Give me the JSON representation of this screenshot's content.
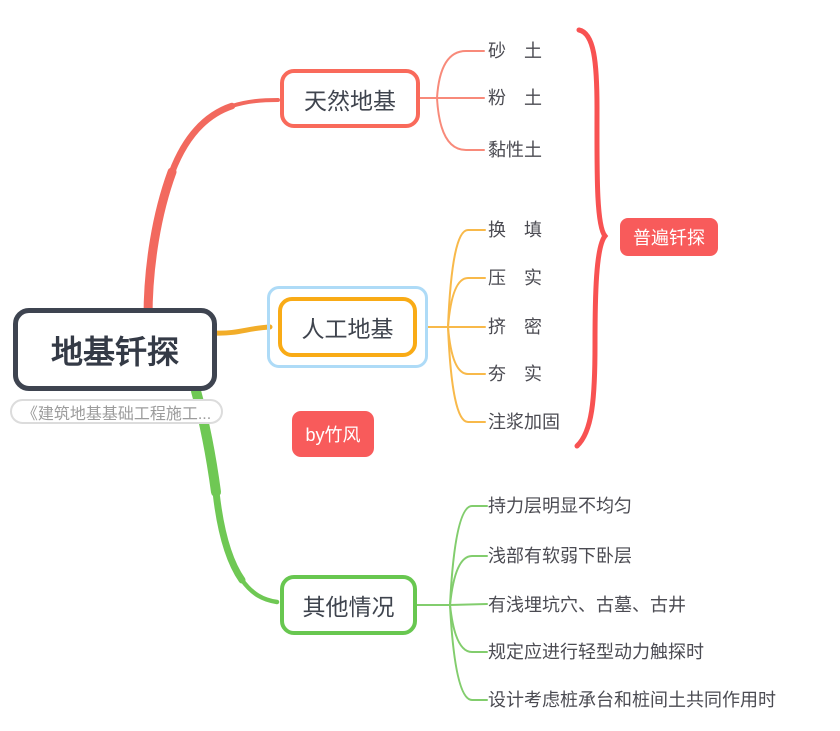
{
  "central": {
    "title": "地基钎探",
    "subtitle": "《建筑地基基础工程施工..."
  },
  "badges": {
    "annotation": "普遍钎探",
    "author": "by竹风"
  },
  "branches": [
    {
      "label": "天然地基",
      "color": "#f96a5b",
      "selected": false,
      "children": [
        "砂　土",
        "粉　土",
        "黏性土"
      ]
    },
    {
      "label": "人工地基",
      "color": "#f9ab16",
      "selected": true,
      "children": [
        "换　填",
        "压　实",
        "挤　密",
        "夯　实",
        "注浆加固"
      ]
    },
    {
      "label": "其他情况",
      "color": "#68c750",
      "selected": false,
      "children": [
        "持力层明显不均匀",
        "浅部有软弱下卧层",
        "有浅埋坑穴、古墓、古井",
        "规定应进行轻型动力触探时",
        "设计考虑桩承台和桩间土共同作用时"
      ]
    }
  ],
  "colors": {
    "badge_red": "#f85b5b",
    "brace_red": "#f85252",
    "branch_red_thick": "#f2695e",
    "branch_red_thin": "#f88a7a",
    "branch_yellow_thick": "#f2ad29",
    "branch_yellow_thin": "#f8b94a",
    "branch_green_thick": "#6fc854",
    "branch_green_thin": "#82cd6d",
    "selection_blue": "#aedbf7",
    "central_dark": "#3e4450",
    "leaf_text": "#4b4b52",
    "note_text": "#9c9c9c"
  }
}
